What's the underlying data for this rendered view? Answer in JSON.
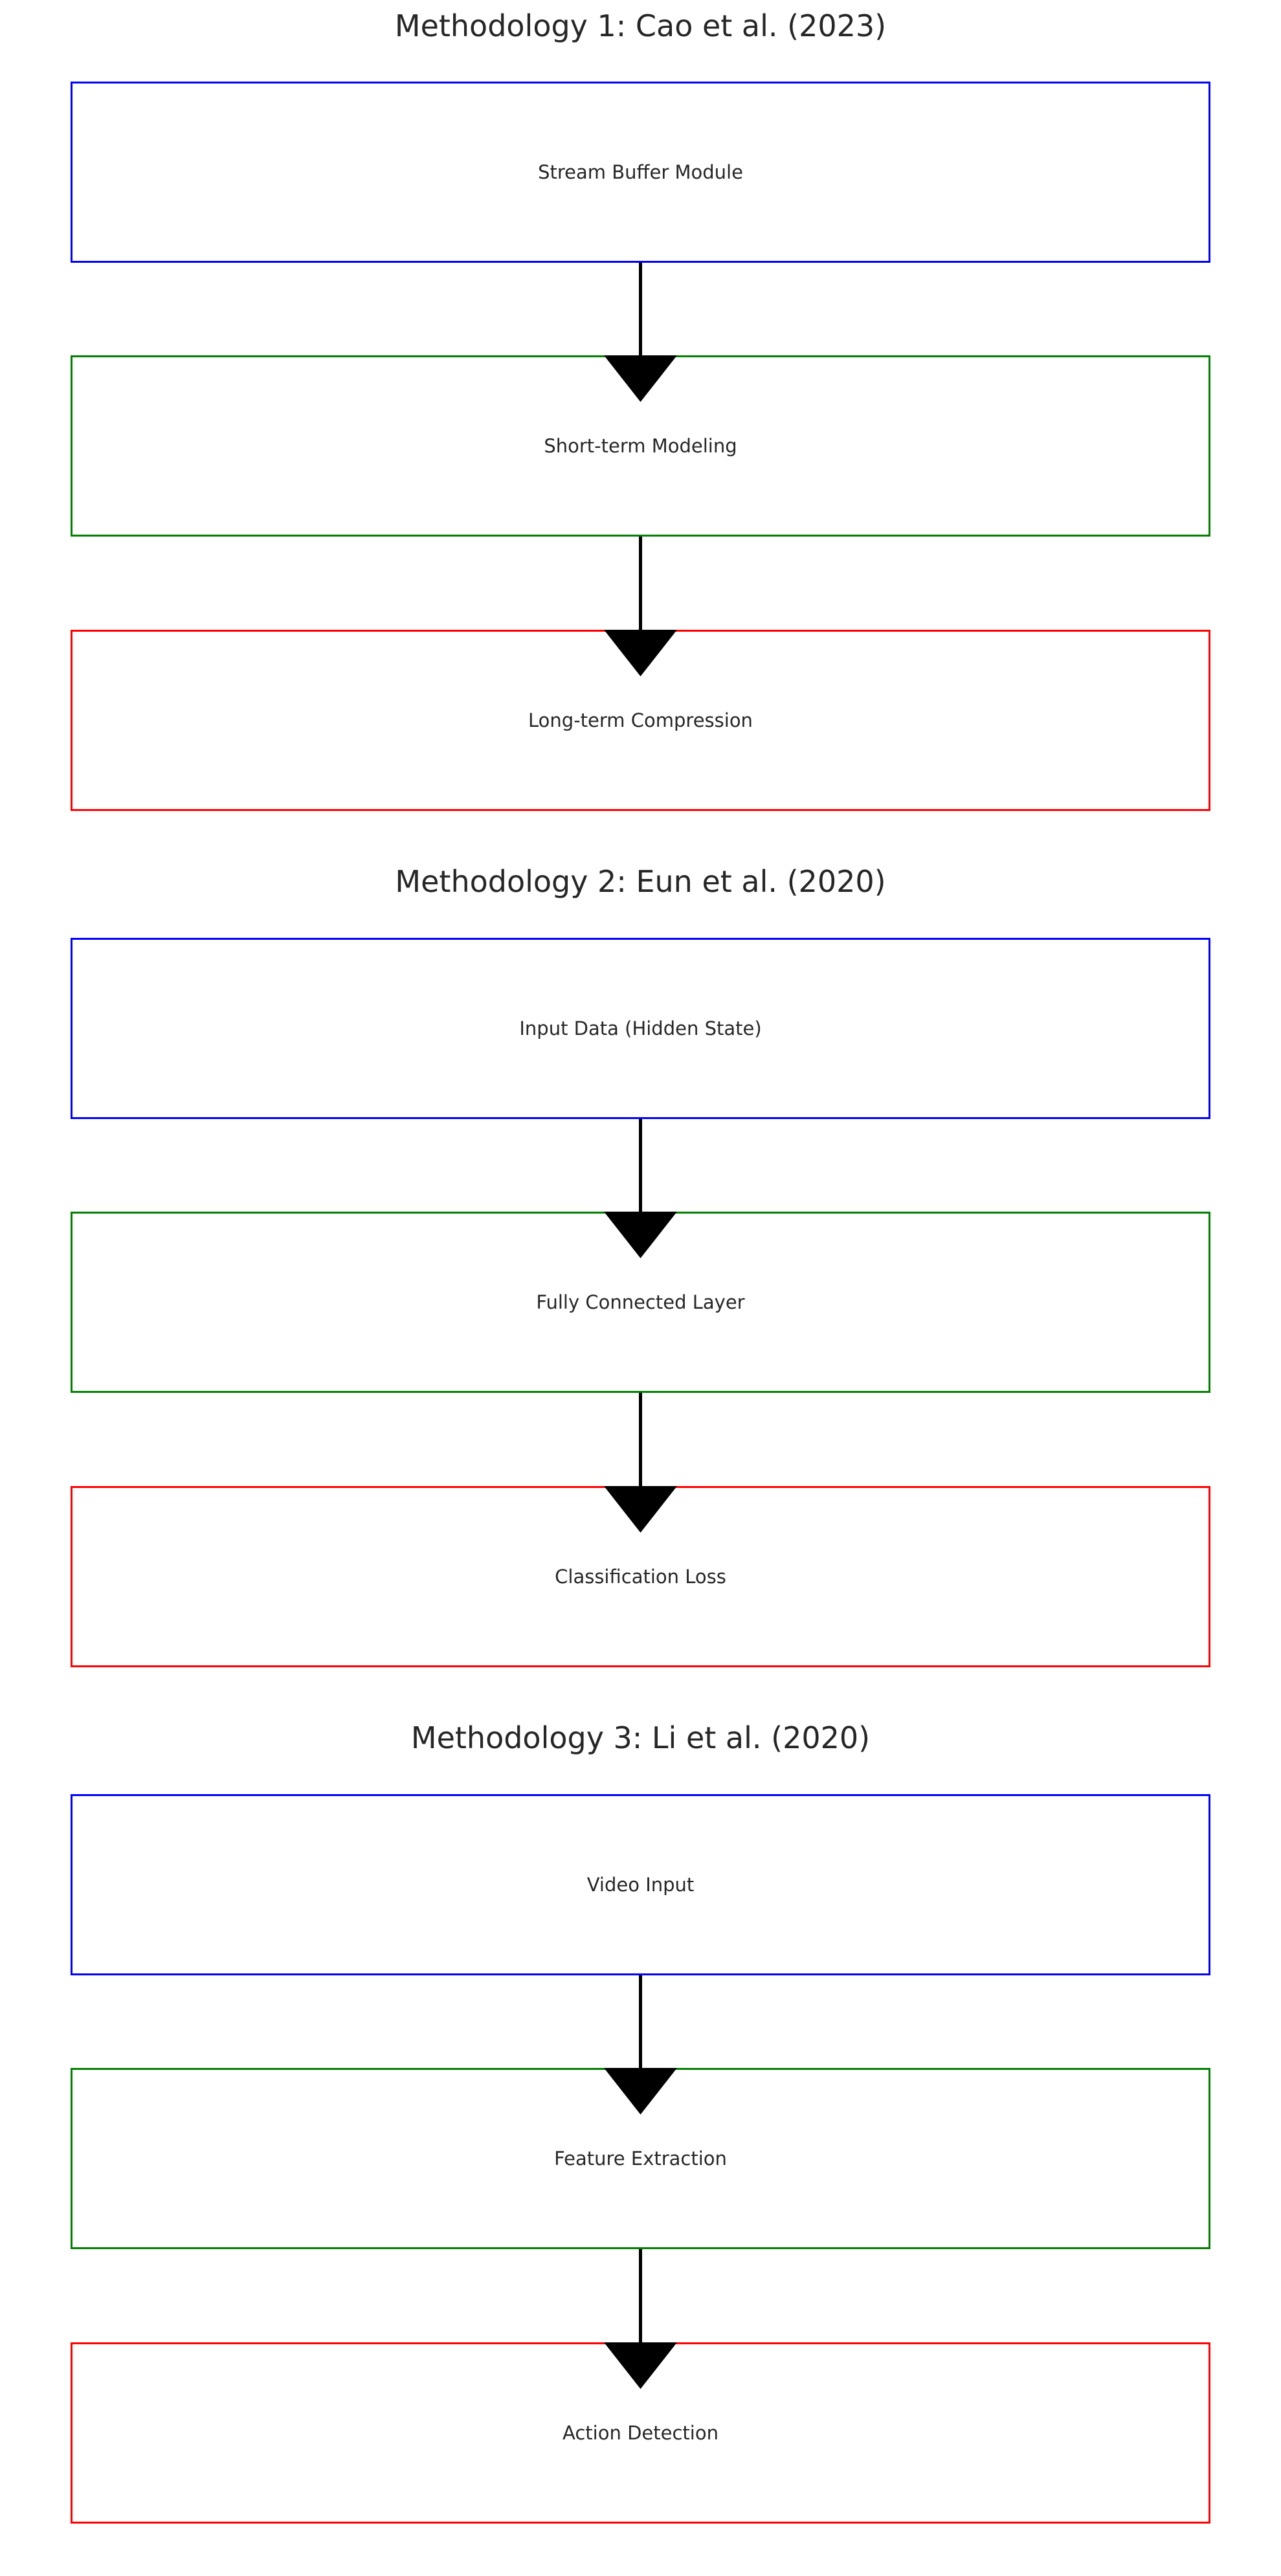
{
  "diagram": {
    "colors": {
      "box_borders": [
        "#0000ff",
        "#008000",
        "#ff0000"
      ],
      "arrow": "#000000",
      "text": "#262626"
    },
    "sections": [
      {
        "title": "Methodology 1: Cao et al. (2023)",
        "boxes": [
          "Stream Buffer Module",
          "Short-term Modeling",
          "Long-term Compression"
        ]
      },
      {
        "title": "Methodology 2: Eun et al. (2020)",
        "boxes": [
          "Input Data (Hidden State)",
          "Fully Connected Layer",
          "Classification Loss"
        ]
      },
      {
        "title": "Methodology 3: Li et al. (2020)",
        "boxes": [
          "Video Input",
          "Feature Extraction",
          "Action Detection"
        ]
      }
    ]
  }
}
